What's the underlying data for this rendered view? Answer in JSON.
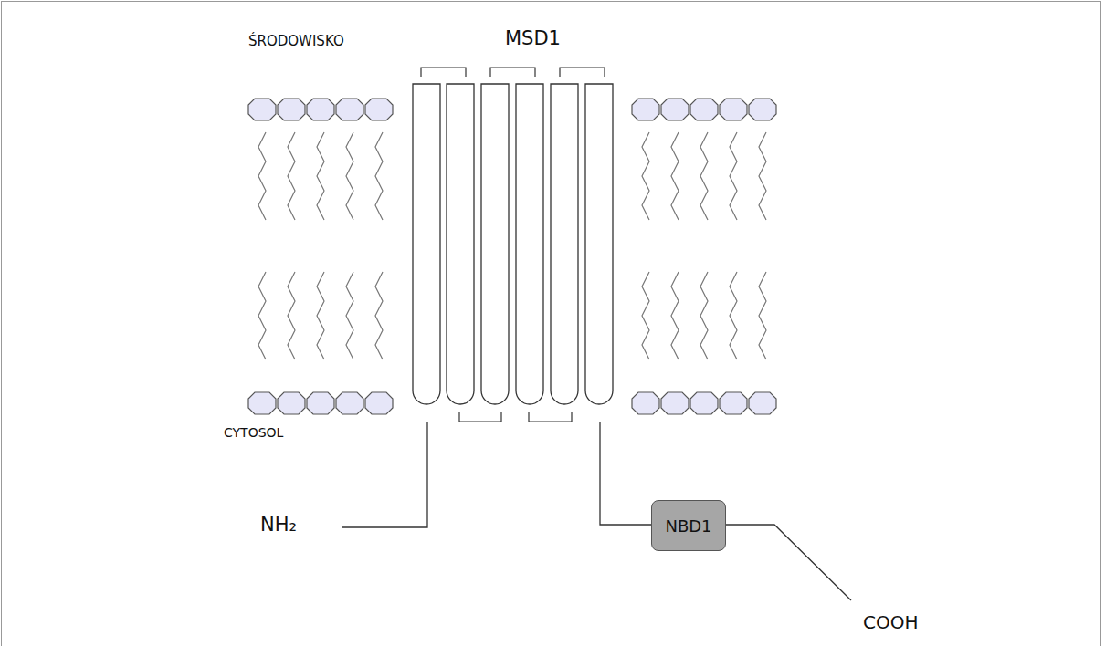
{
  "diagram": {
    "nodes": [
      {
        "text": [
          "NBD1"
        ]
      }
    ],
    "labels": [
      "MSD1",
      "ŚRODOWISKO",
      "CYTOSOL",
      "NH₂",
      "COOH"
    ]
  }
}
